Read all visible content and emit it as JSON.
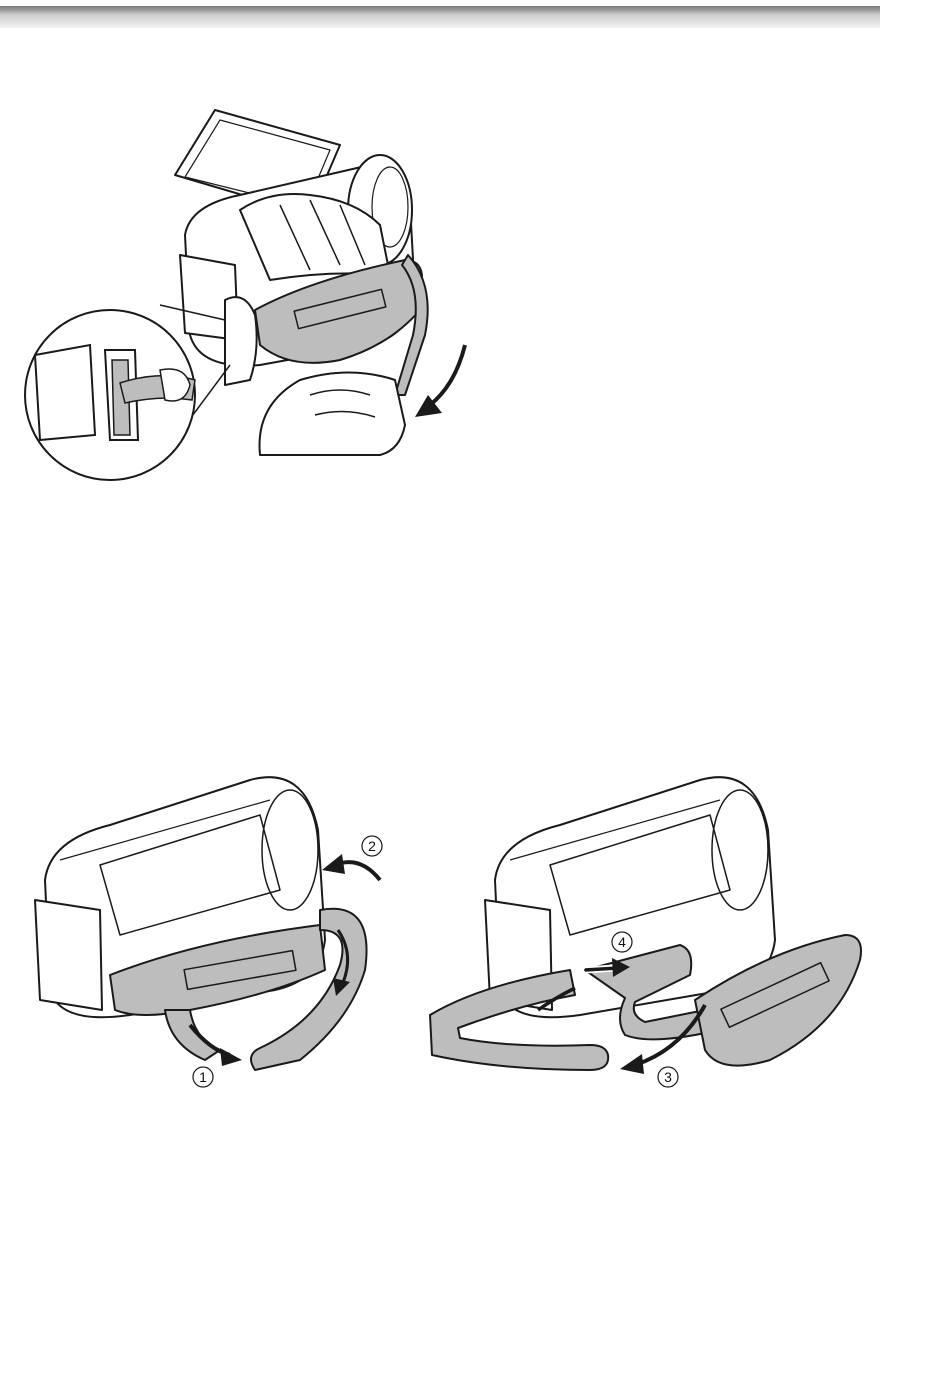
{
  "steps": [
    {
      "label": "1"
    },
    {
      "label": "2"
    },
    {
      "label": "3"
    },
    {
      "label": "4"
    }
  ],
  "colors": {
    "strap": "#bdbdbd",
    "line": "#1a1a1a",
    "body": "#ffffff",
    "header": "#9a9a9a"
  }
}
